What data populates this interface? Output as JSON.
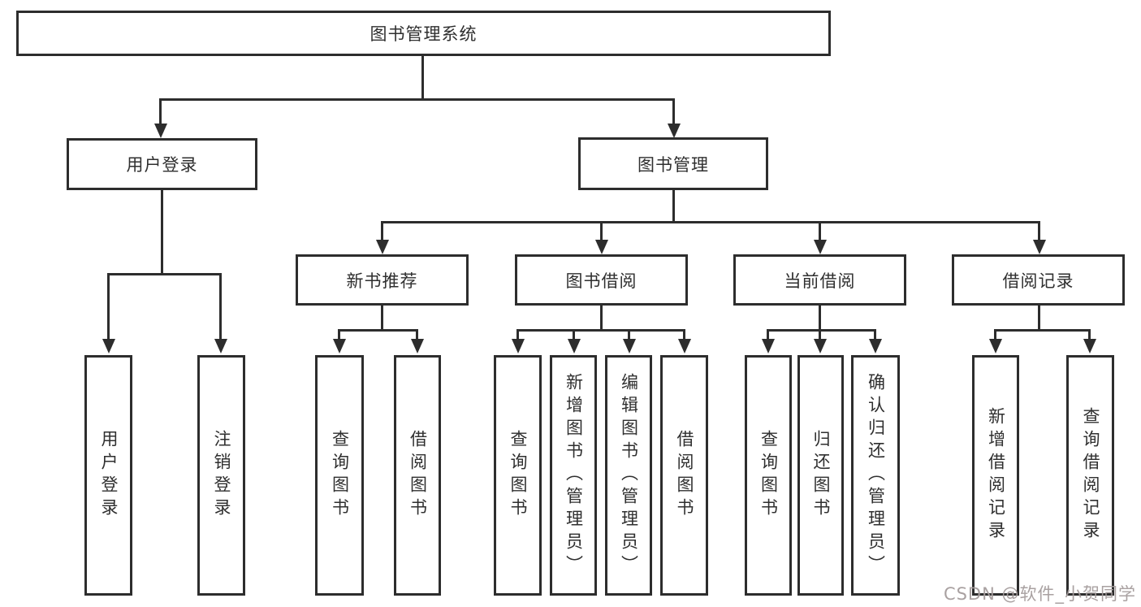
{
  "tree": {
    "root": "图书管理系统",
    "children": [
      {
        "label": "用户登录",
        "children": [
          "用户登录",
          "注销登录"
        ]
      },
      {
        "label": "图书管理",
        "children": [
          {
            "label": "新书推荐",
            "children": [
              "查询图书",
              "借阅图书"
            ]
          },
          {
            "label": "图书借阅",
            "children": [
              "查询图书",
              "新增图书（管理员）",
              "编辑图书（管理员）",
              "借阅图书"
            ]
          },
          {
            "label": "当前借阅",
            "children": [
              "查询图书",
              "归还图书",
              "确认归还（管理员）"
            ]
          },
          {
            "label": "借阅记录",
            "children": [
              "新增借阅记录",
              "查询借阅记录"
            ]
          }
        ]
      }
    ]
  },
  "watermark": {
    "text": "CSDN @软件_小贺同学"
  },
  "colors": {
    "line": "#2d2d2d",
    "box_border": "#2d2d2d",
    "text": "#2f2f2f",
    "background": "#ffffff",
    "watermark": "#a49c9c"
  }
}
